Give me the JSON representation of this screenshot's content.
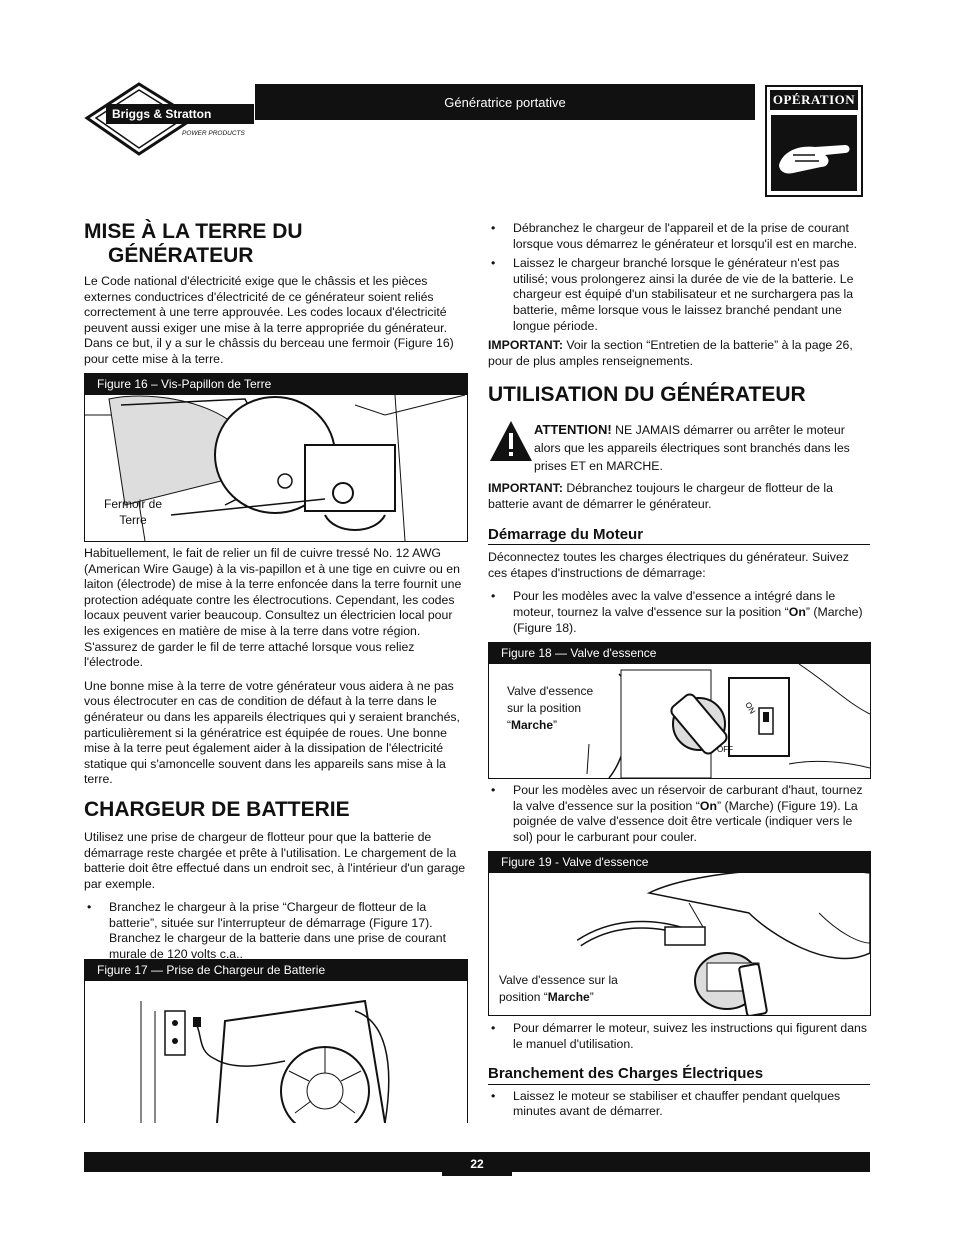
{
  "header": {
    "brand": "Briggs & Stratton",
    "brand_sub": "POWER PRODUCTS",
    "title": "Génératrice portative",
    "section_badge": "OPÉRATION",
    "badge_icon": "hand-pointing-icon"
  },
  "left": {
    "h_ground_line1": "MISE À LA TERRE DU",
    "h_ground_line2": "GÉNÉRATEUR",
    "p_ground1": "Le Code national d'électricité exige que le châssis et les pièces externes conductrices d'électricité de ce générateur soient reliés correctement à une terre approuvée. Les codes locaux d'électricité peuvent aussi exiger une mise à la terre appropriée du générateur. Dans ce but, il y a sur le châssis du berceau une fermoir (Figure 16) pour cette mise à la terre.",
    "fig16_caption": "Figure 16 – Vis-Papillon de Terre",
    "fig16_label_line1": "Fermoir de",
    "fig16_label_line2": "Terre",
    "p_ground2": "Habituellement, le fait de relier un fil de cuivre tressé No. 12 AWG (American Wire Gauge) à la vis-papillon et à une tige en cuivre ou en laiton (électrode) de mise à la terre enfoncée dans la terre fournit une protection adéquate contre les électrocutions. Cependant, les codes locaux peuvent varier beaucoup. Consultez un électricien local pour les exigences en matière de mise à la terre dans votre région. S'assurez de garder le fil de terre attaché lorsque vous reliez l'électrode.",
    "p_ground3": "Une bonne mise à la terre de votre générateur vous aidera à ne pas vous électrocuter en cas de condition de défaut à la terre dans le générateur ou dans les appareils électriques qui y seraient branchés, particulièrement si la génératrice est équipée de roues. Une bonne mise à la terre peut également aider à la dissipation de l'électricité statique qui s'amoncelle souvent dans les appareils sans mise à la terre.",
    "h_battery": "CHARGEUR DE BATTERIE",
    "p_battery": "Utilisez une prise de chargeur de flotteur pour que la batterie de démarrage reste chargée et prête à l'utilisation. Le chargement de la batterie doit être effectué dans un endroit sec, à l'intérieur d'un garage par exemple.",
    "bullet_battery": "Branchez le chargeur à la prise “Chargeur de flotteur de la batterie”, située sur l'interrupteur de démarrage (Figure 17). Branchez le chargeur de la batterie dans une prise de courant murale de 120 volts c.a..",
    "fig17_caption": "Figure 17 — Prise de Chargeur de Batterie"
  },
  "right": {
    "bullet1": "Débranchez le chargeur de l'appareil et de la prise de courant lorsque vous démarrez le générateur et lorsqu'il est en marche.",
    "bullet2": "Laissez le chargeur branché lorsque le générateur n'est pas utilisé; vous prolongerez ainsi la durée de vie de la batterie. Le chargeur est équipé d'un stabilisateur et ne surchargera pas la batterie, même lorsque vous le laissez branché pendant une longue période.",
    "important1_label": "IMPORTANT:",
    "important1_text": " Voir la section “Entretien de la batterie” à la page 26, pour de plus amples renseignements.",
    "h_use": "UTILISATION DU GÉNÉRATEUR",
    "attention_label": "ATTENTION!",
    "attention_text": " NE JAMAIS démarrer ou arrêter le moteur alors que les appareils électriques sont branchés dans les prises ET en MARCHE.",
    "important2_label": "IMPORTANT:",
    "important2_text": " Débranchez toujours le chargeur de flotteur de la batterie avant de démarrer le générateur.",
    "h_start": "Démarrage du Moteur",
    "p_start": "Déconnectez toutes les charges électriques du générateur. Suivez ces étapes d'instructions de démarrage:",
    "bullet3_a": "Pour les modèles avec la valve d'essence a intégré dans le moteur, tournez la valve d'essence sur la position “",
    "bullet3_b": "On",
    "bullet3_c": "” (Marche) (Figure 18).",
    "fig18_caption": "Figure 18 — Valve d'essence",
    "fig18_label_l1": "Valve d'essence",
    "fig18_label_l2": "sur la position",
    "fig18_label_l3a": "“",
    "fig18_label_l3b": "Marche",
    "fig18_label_l3c": "”",
    "fig18_on": "ON",
    "fig18_off": "OFF",
    "bullet4_a": "Pour les modèles avec un réservoir de carburant d'haut, tournez la valve d'essence sur la position “",
    "bullet4_b": "On",
    "bullet4_c": "” (Marche) (Figure 19). La poignée de valve d'essence doit être verticale (indiquer vers le sol) pour le carburant pour couler.",
    "fig19_caption": "Figure 19 - Valve d'essence",
    "fig19_label_l1": "Valve d'essence sur la",
    "fig19_label_l2a": "position “",
    "fig19_label_l2b": "Marche",
    "fig19_label_l2c": "”",
    "bullet5": "Pour démarrer le moteur, suivez les instructions qui figurent dans le manuel d'utilisation.",
    "h_loads": "Branchement des Charges Électriques",
    "bullet6": "Laissez le moteur se stabiliser et chauffer pendant quelques minutes avant de démarrer."
  },
  "footer": {
    "page_number": "22"
  }
}
